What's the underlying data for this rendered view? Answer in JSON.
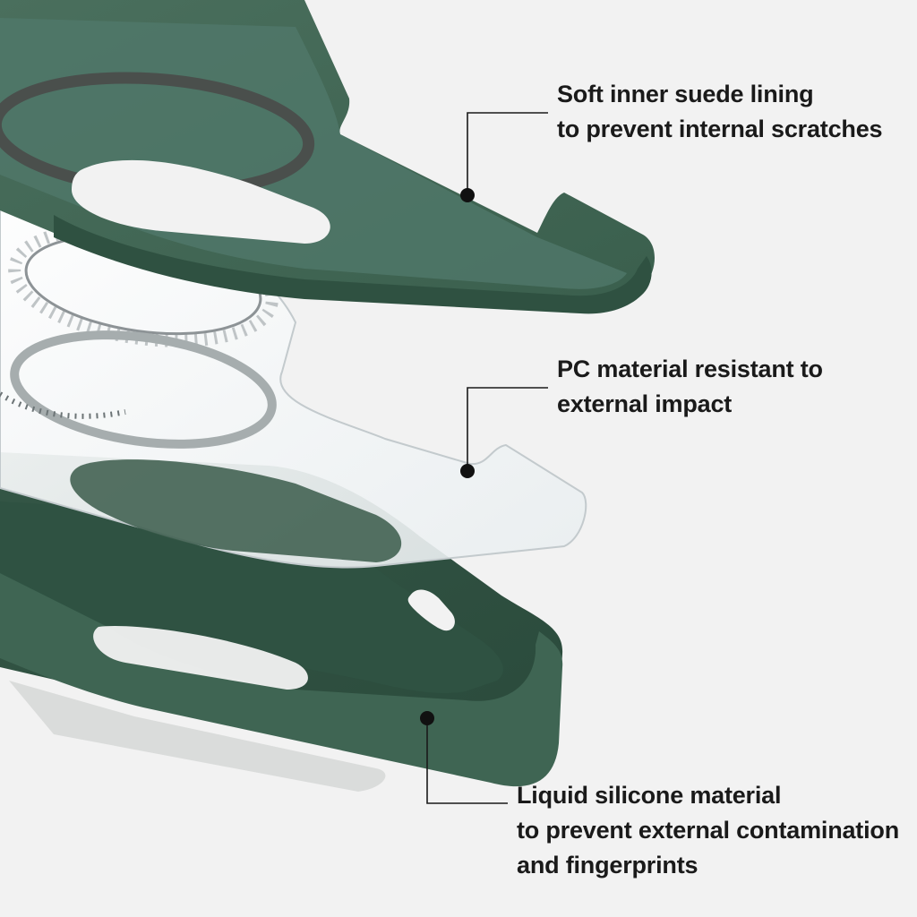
{
  "colors": {
    "background": "#f2f2f2",
    "case_green": "#3c6350",
    "case_green_dark": "#2c4c3d",
    "case_green_light": "#557c68",
    "clear_shell_edge": "#b9c0c4",
    "callout_line": "#1a1a1a"
  },
  "callouts": {
    "suede_lining": {
      "lines": [
        "Soft inner suede lining",
        "to prevent internal scratches"
      ]
    },
    "pc_material": {
      "lines": [
        "PC material resistant to",
        "external impact"
      ]
    },
    "liquid_silicone": {
      "lines": [
        "Liquid silicone material",
        "to prevent external contamination",
        "and fingerprints"
      ]
    }
  },
  "icons": {
    "callout_marker": "filled-circle"
  }
}
